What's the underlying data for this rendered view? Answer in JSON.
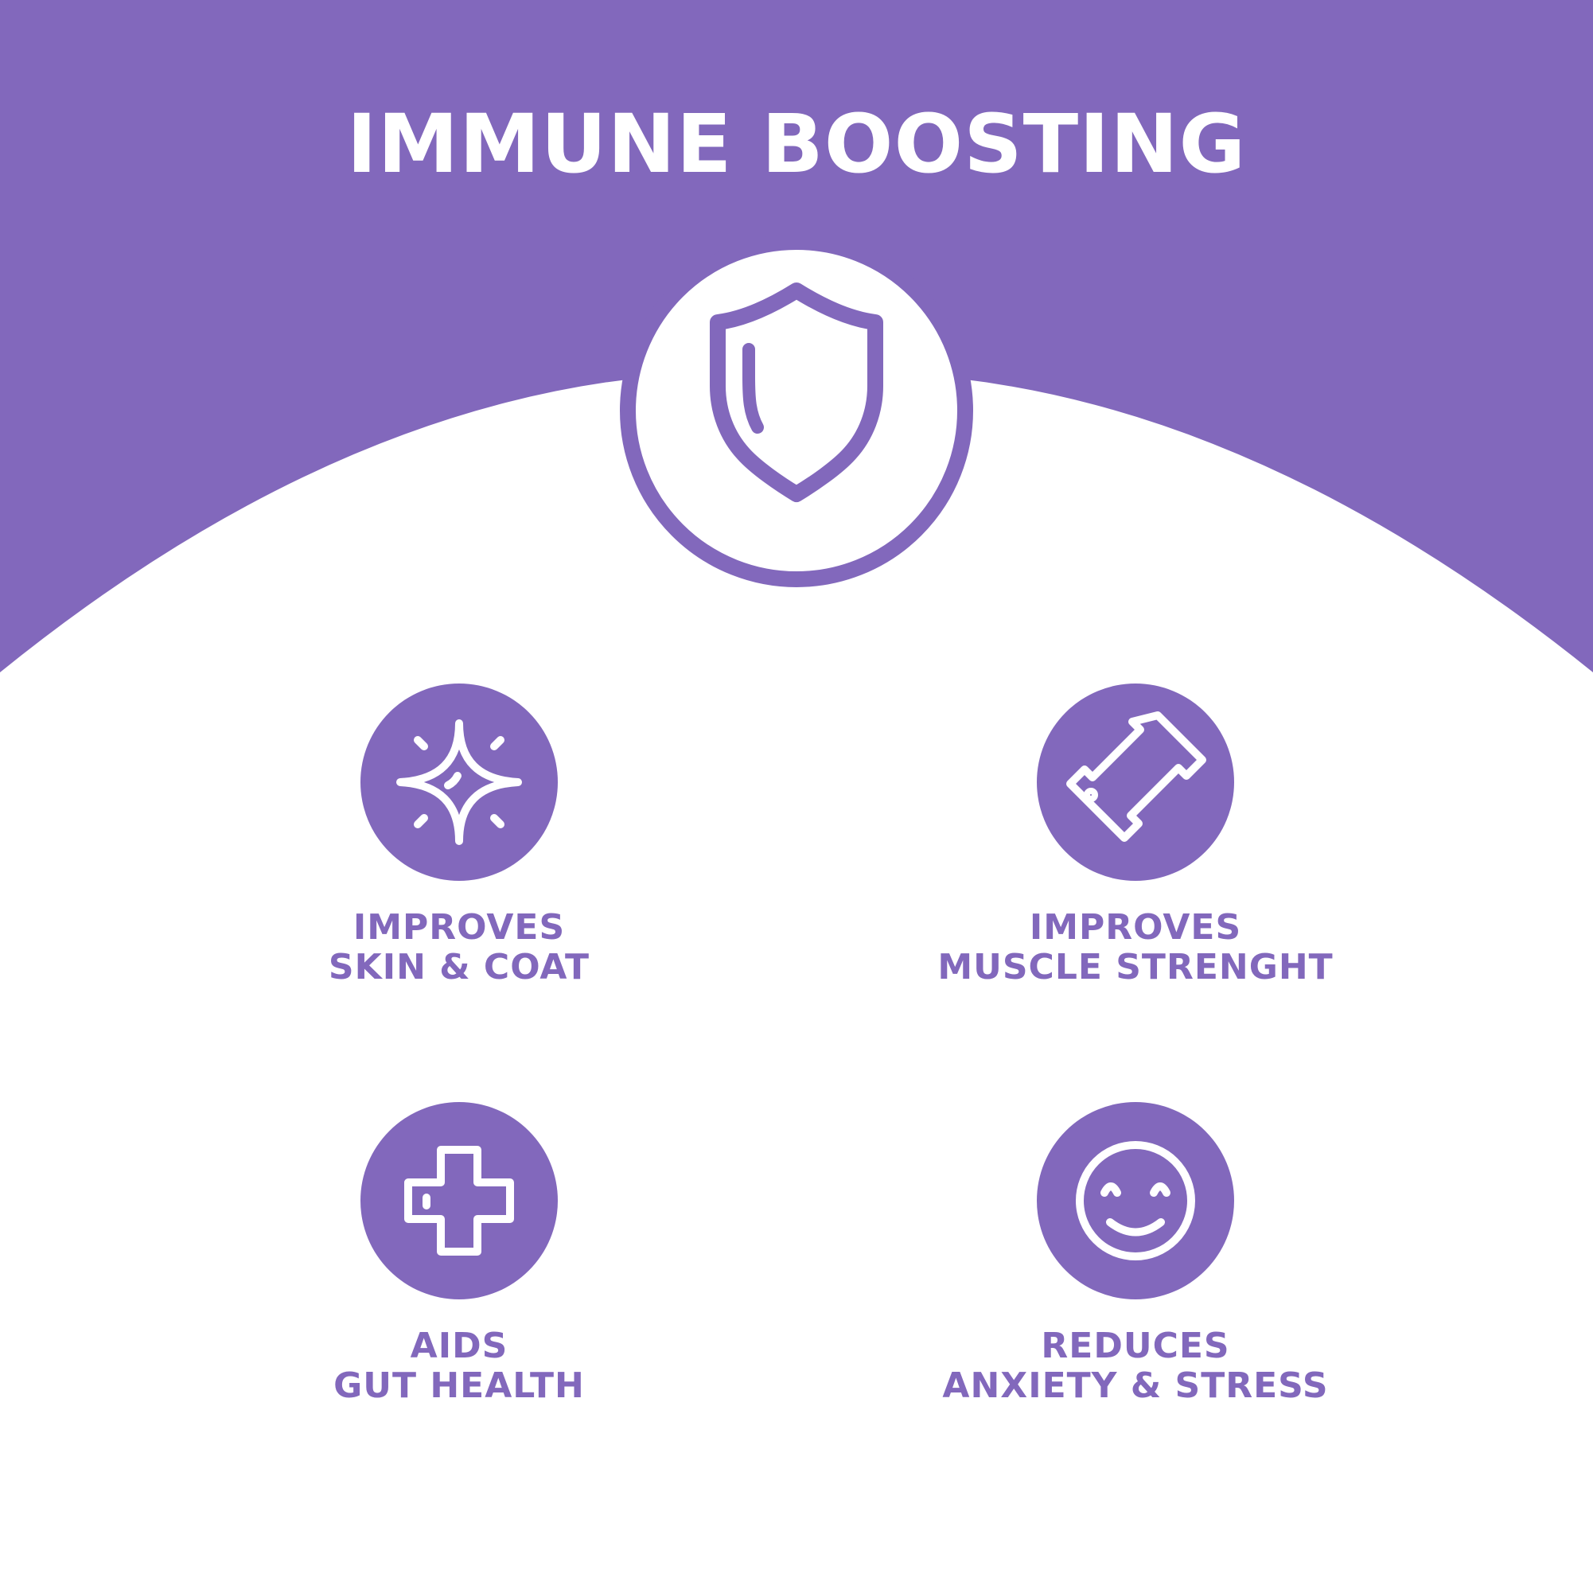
{
  "colors": {
    "brand": "#8268bc",
    "white": "#ffffff"
  },
  "header": {
    "title": "IMMUNE BOOSTING",
    "icon": "shield-icon"
  },
  "features": [
    {
      "icon": "sparkle-icon",
      "line1": "IMPROVES",
      "line2": "SKIN & COAT"
    },
    {
      "icon": "dumbbell-icon",
      "line1": "IMPROVES",
      "line2": "MUSCLE STRENGHT"
    },
    {
      "icon": "medical-cross-icon",
      "line1": "AIDS",
      "line2": "GUT HEALTH"
    },
    {
      "icon": "smiley-icon",
      "line1": "REDUCES",
      "line2": "ANXIETY & STRESS"
    }
  ]
}
